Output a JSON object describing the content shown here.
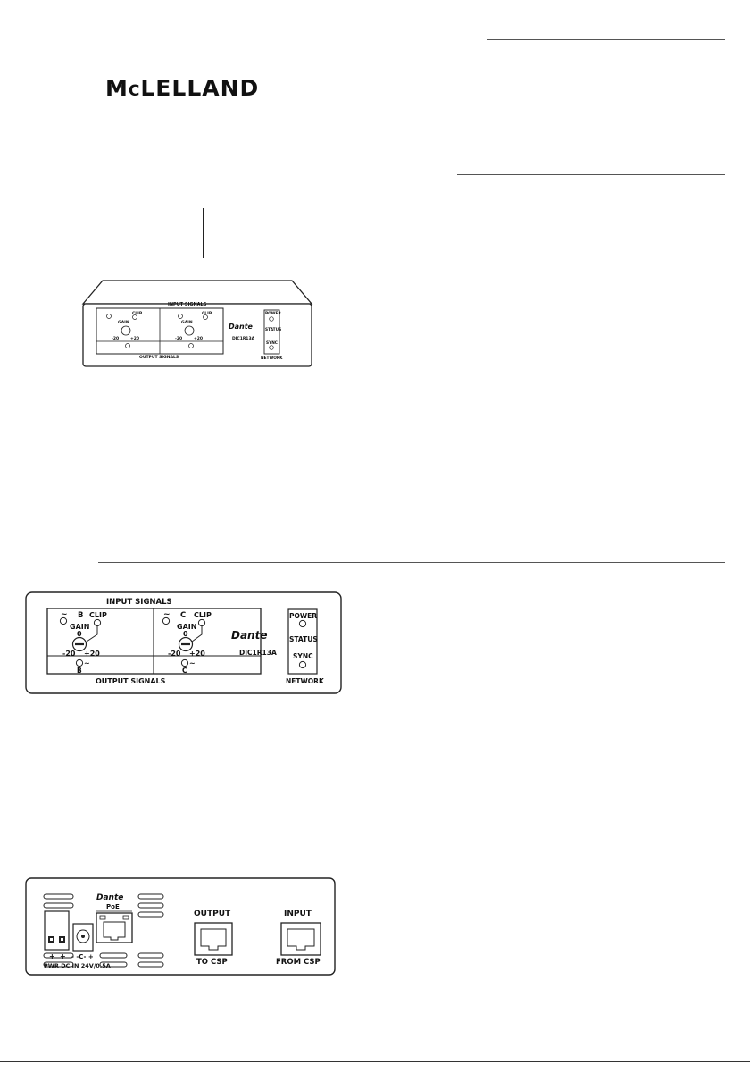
{
  "brand": {
    "logo_prefix": "M",
    "logo_c": "C",
    "logo_rest": "LELLAND"
  },
  "front_panel": {
    "input_signals": "INPUT SIGNALS",
    "output_signals": "OUTPUT SIGNALS",
    "channels": [
      {
        "letter": "B",
        "tilde": "~",
        "clip": "CLIP",
        "gain": "GAIN",
        "gain_zero": "0",
        "gain_min": "-20",
        "gain_max": "+20",
        "out_label": "B",
        "out_tilde": "~"
      },
      {
        "letter": "C",
        "tilde": "~",
        "clip": "CLIP",
        "gain": "GAIN",
        "gain_zero": "0",
        "gain_min": "-20",
        "gain_max": "+20",
        "out_label": "C",
        "out_tilde": "~"
      }
    ],
    "dante": "Dante",
    "model": "DIC1R13A",
    "power": "POWER",
    "status": "STATUS",
    "sync": "SYNC",
    "network": "NETWORK"
  },
  "rear_panel": {
    "dante": "Dante",
    "poe": "PoE",
    "plus1": "+",
    "plus2": "+",
    "power_symbol": "- -C- +",
    "power_label": "PWR DC IN 24V/0.5A",
    "output_label": "OUTPUT",
    "output_sub": "TO CSP",
    "input_label": "INPUT",
    "input_sub": "FROM CSP"
  }
}
